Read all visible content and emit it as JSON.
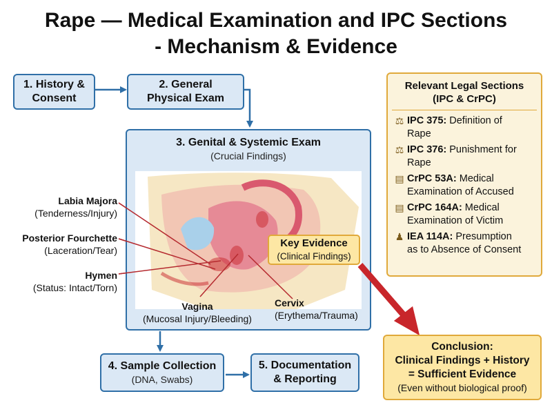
{
  "title": {
    "line1": "Rape — Medical Examination and IPC Sections",
    "line2": "- Mechanism & Evidence"
  },
  "flow": {
    "step1": {
      "label": "1. History &",
      "label2": "Consent"
    },
    "step2": {
      "label": "2. General",
      "label2": "Physical Exam"
    },
    "step3": {
      "label": "3. Genital & Systemic Exam",
      "sub": "(Crucial Findings)"
    },
    "step4": {
      "label": "4. Sample Collection",
      "sub": "(DNA, Swabs)"
    },
    "step5": {
      "label": "5. Documentation",
      "label2": "& Reporting"
    }
  },
  "anatomy": {
    "labia": {
      "name": "Labia Majora",
      "desc": "(Tenderness/Injury)"
    },
    "fourchette": {
      "name": "Posterior Fourchette",
      "desc": "(Laceration/Tear)"
    },
    "hymen": {
      "name": "Hymen",
      "desc": "(Status: Intact/Torn)"
    },
    "vagina": {
      "name": "Vagina",
      "desc": "(Mucosal Injury/Bleeding)"
    },
    "cervix": {
      "name": "Cervix",
      "desc": "(Erythema/Trauma)"
    }
  },
  "key_evidence": {
    "label": "Key Evidence",
    "sub": "(Clinical Findings)"
  },
  "legal": {
    "header1": "Relevant Legal Sections",
    "header2": "(IPC & CrPC)",
    "items": [
      {
        "code": "IPC 375:",
        "text1": " Definition of",
        "text2": "Rape",
        "icon": "judge-icon"
      },
      {
        "code": "IPC 376:",
        "text1": " Punishment for",
        "text2": "Rape",
        "icon": "judge-icon"
      },
      {
        "code": "CrPC 53A:",
        "text1": " Medical",
        "text2": "Examination of Accused",
        "icon": "document-icon"
      },
      {
        "code": "CrPC 164A:",
        "text1": " Medical",
        "text2": "Examination of Victim",
        "icon": "document-icon"
      },
      {
        "code": "IEA 114A:",
        "text1": " Presumption",
        "text2": "as to Absence of Consent",
        "icon": "person-icon"
      }
    ]
  },
  "conclusion": {
    "l1": "Conclusion:",
    "l2": "Clinical Findings + History",
    "l3": "= Sufficient Evidence",
    "l4": "(Even without biological proof)"
  },
  "colors": {
    "blue": "#2f6fa7",
    "box_fill": "#dbe8f5",
    "gold": "#e0a93a",
    "red": "#c8262b"
  }
}
